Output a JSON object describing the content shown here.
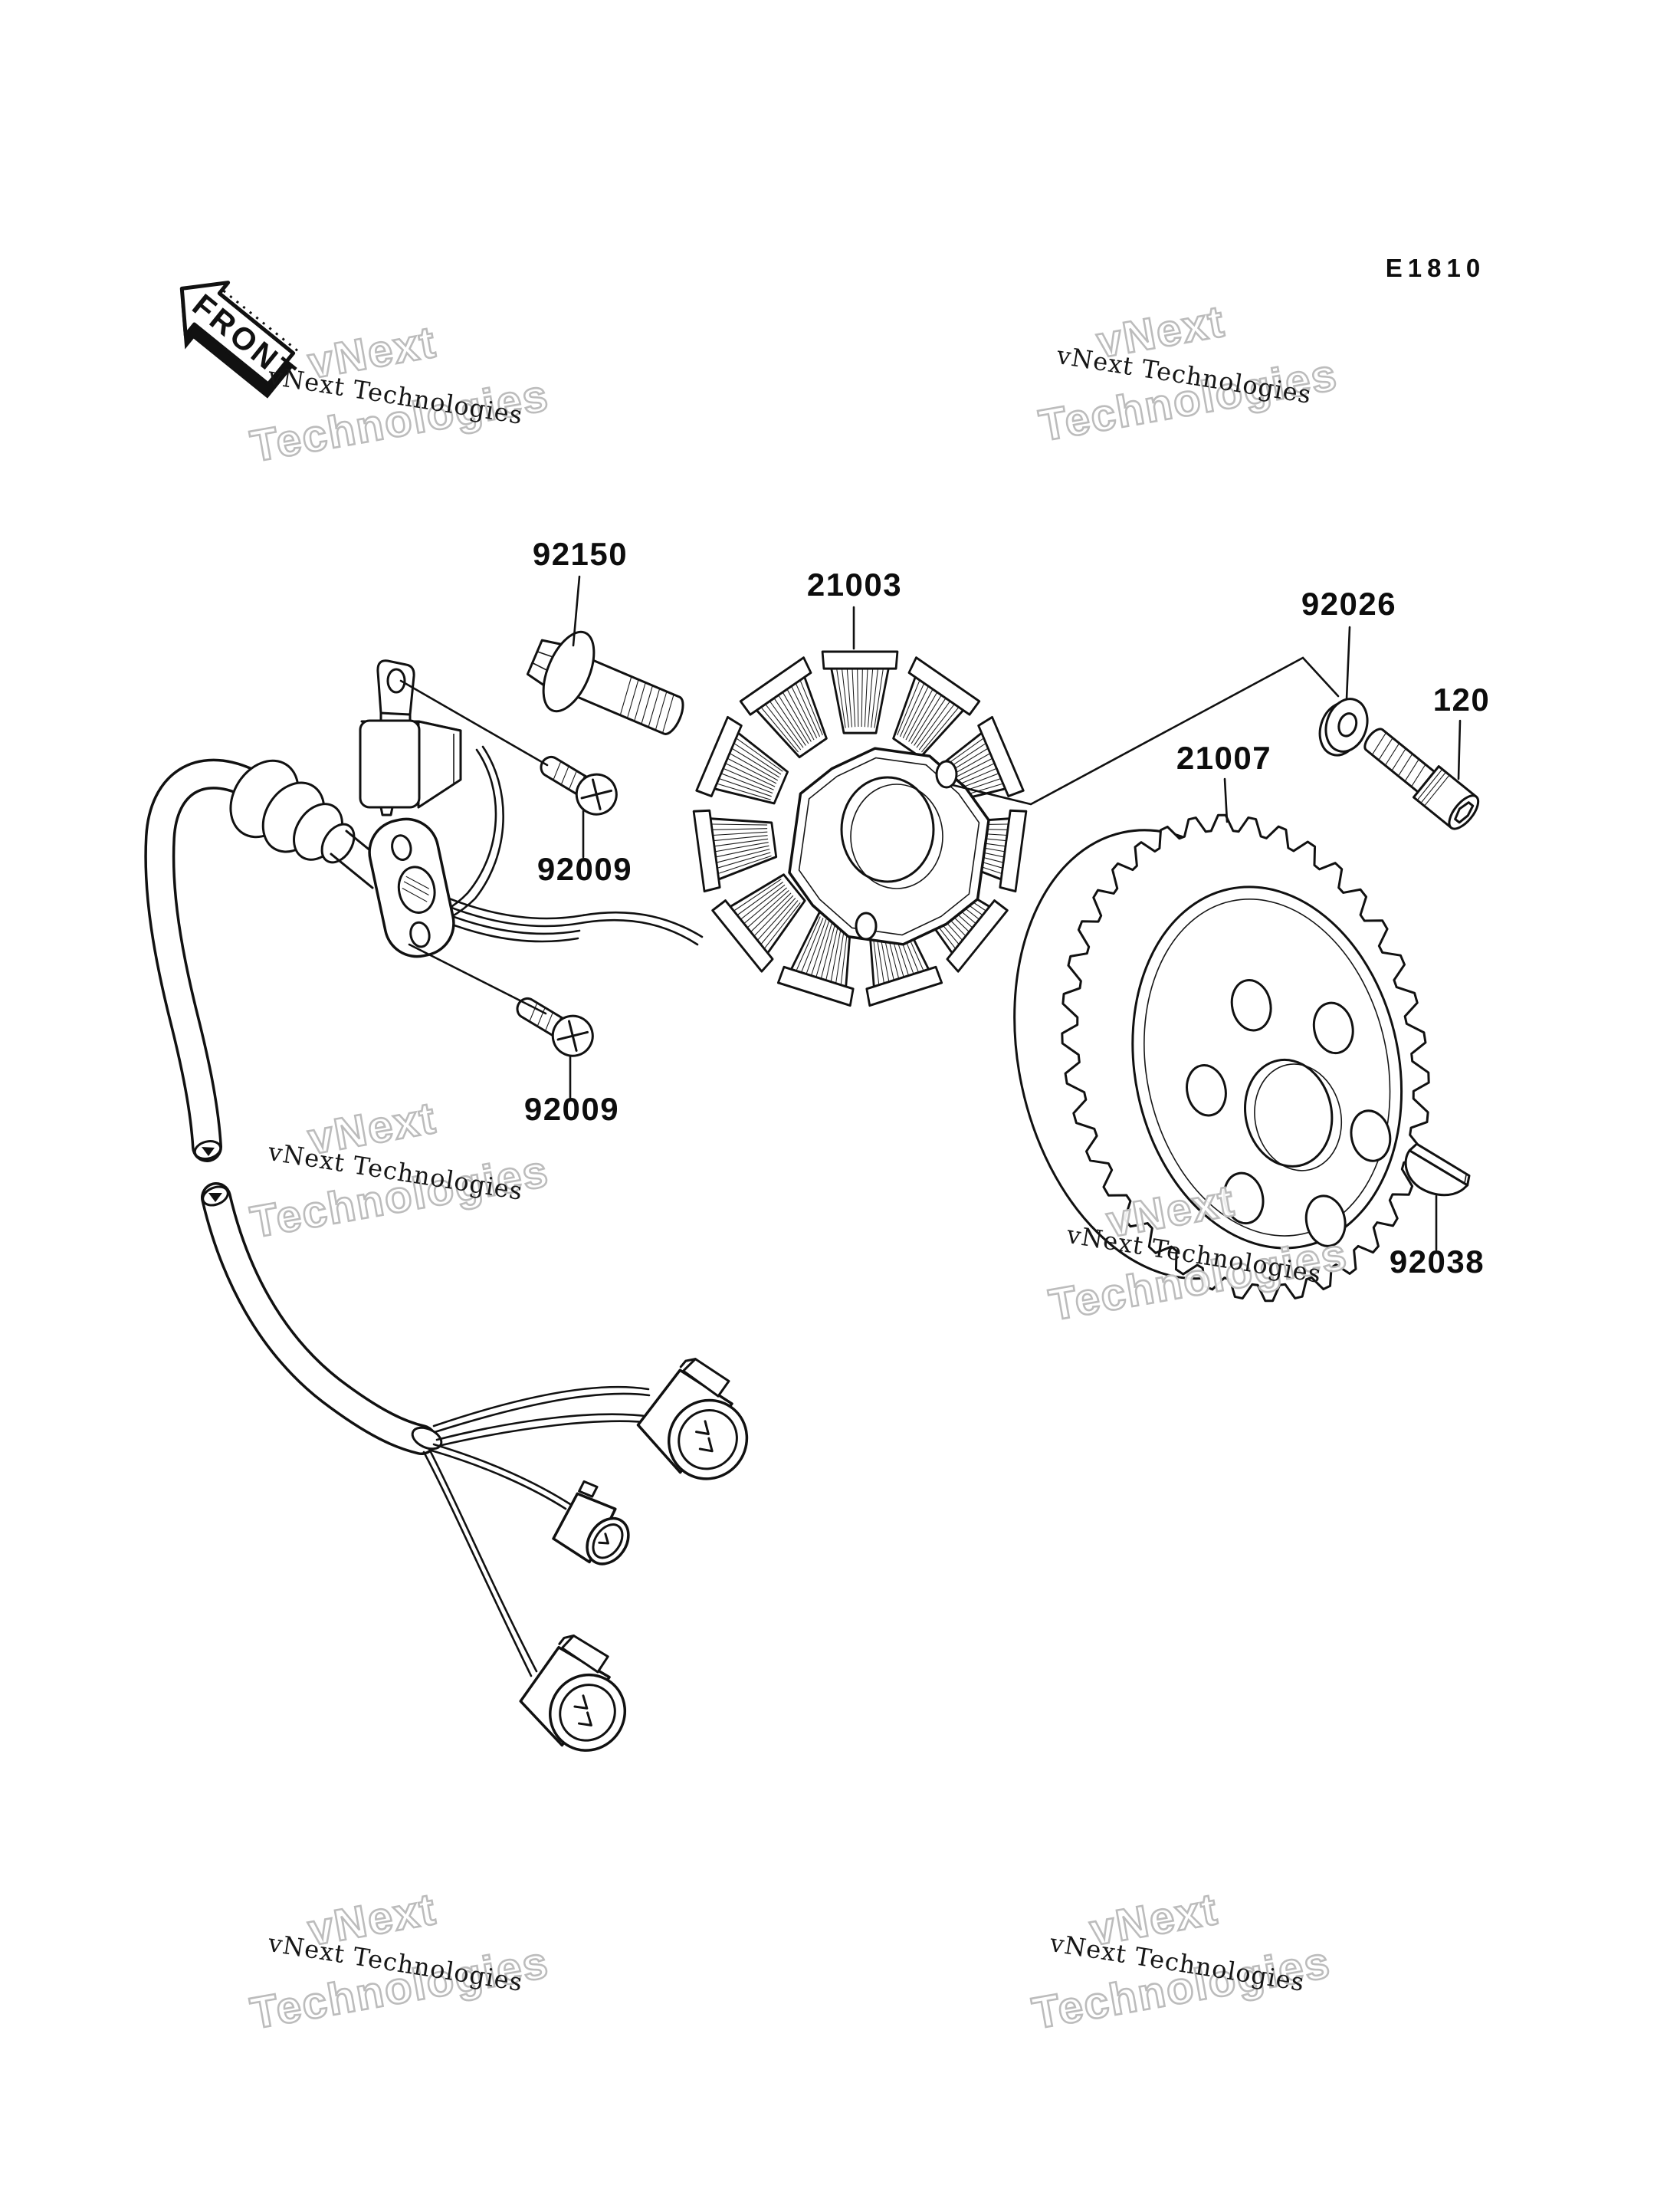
{
  "doc": {
    "diagram_code": "E1810"
  },
  "front_arrow": {
    "label": "FRONT"
  },
  "watermark": {
    "line": "vNext Technologies",
    "word1": "vNext",
    "word2": "Technologies"
  },
  "parts": [
    {
      "ref": "92150"
    },
    {
      "ref": "21003"
    },
    {
      "ref": "92026"
    },
    {
      "ref": "120"
    },
    {
      "ref": "21007"
    },
    {
      "ref": "92009"
    },
    {
      "ref": "92009"
    },
    {
      "ref": "92038"
    }
  ]
}
